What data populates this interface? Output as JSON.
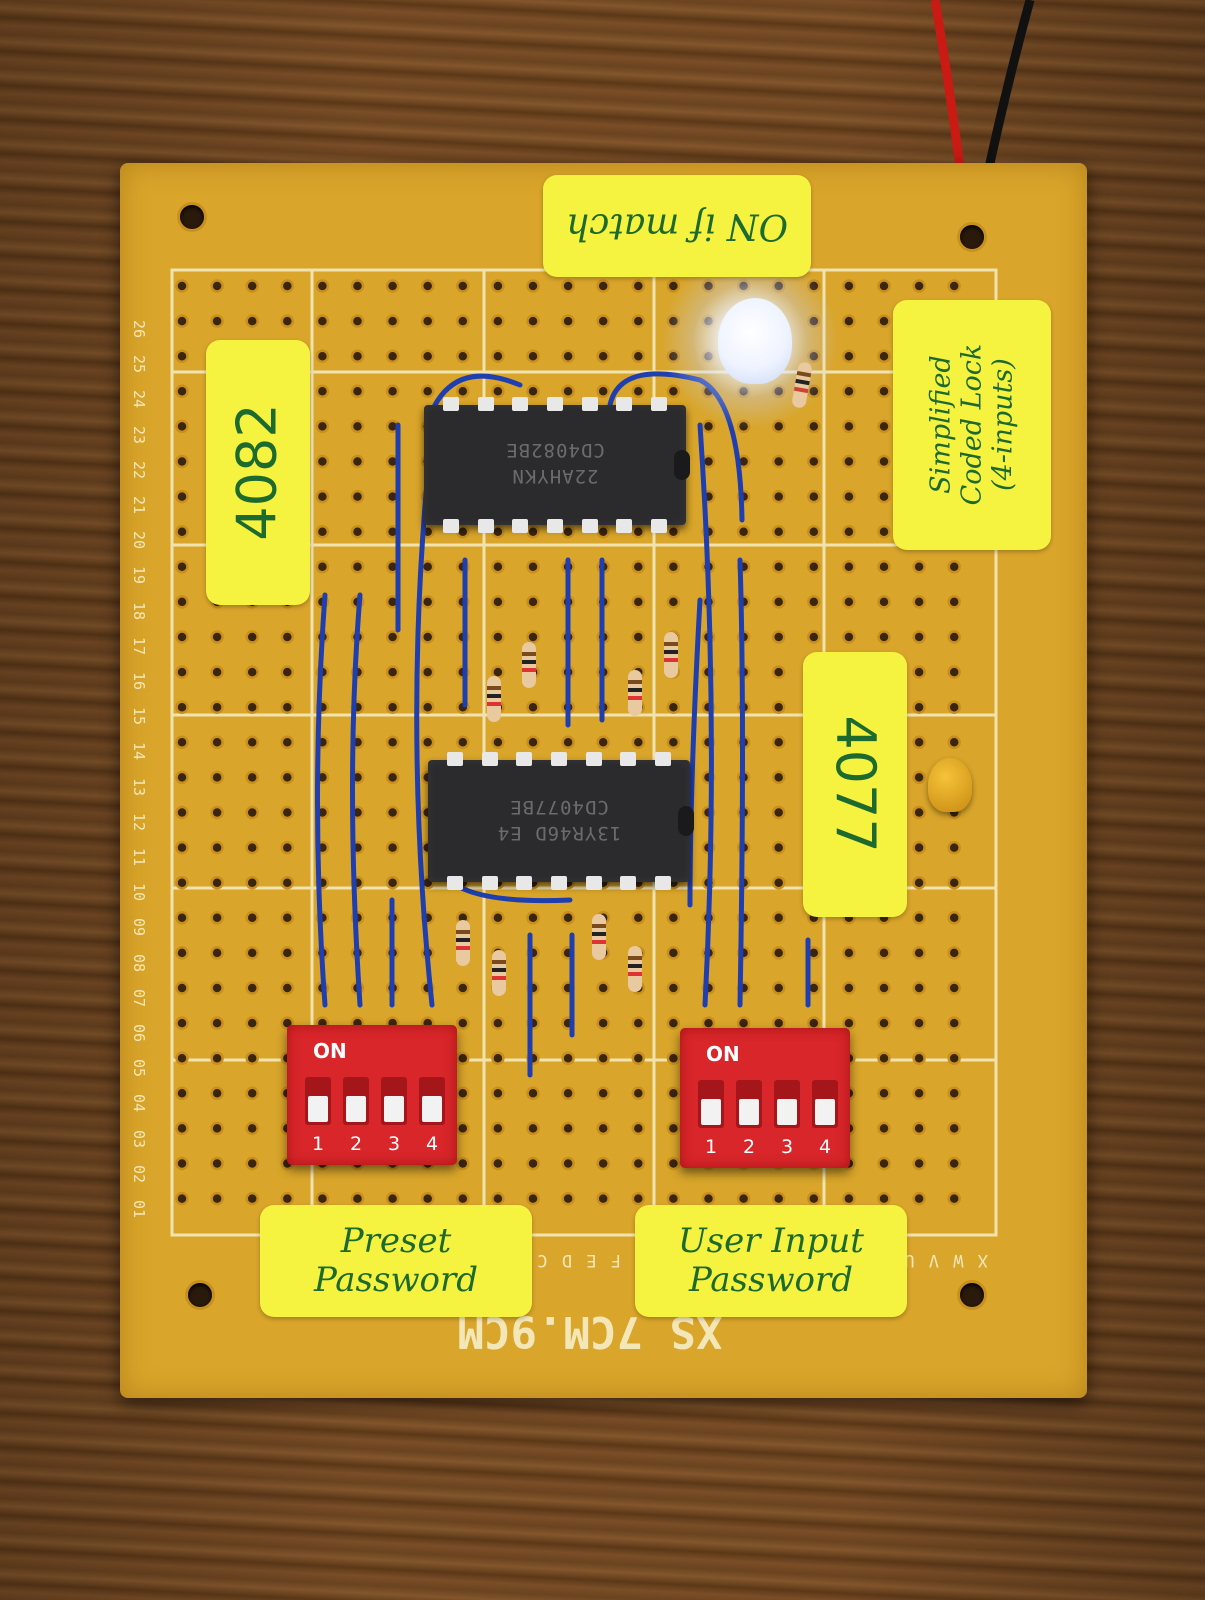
{
  "notes": {
    "led_note": "ON if match",
    "chip_a_note": "4082",
    "chip_b_note": "4077",
    "title_note": "Simplified\nCoded Lock\n(4-inputs)",
    "preset_note": "Preset\nPassword",
    "user_note": "User Input\nPassword"
  },
  "chips": {
    "top_marking_1": "CD4082BE",
    "top_marking_2": "22AHYKN",
    "bottom_marking_1": "CD4077BE",
    "bottom_marking_2": "13YR46D E4"
  },
  "dip_switches": {
    "on_label": "ON",
    "positions": [
      "1",
      "2",
      "3",
      "4"
    ]
  },
  "board": {
    "silkscreen": "XS 7CM.9CM",
    "column_letters": "X W V U T S R P N M L K J H G F E D C B A",
    "row_numbers": [
      "01",
      "02",
      "03",
      "04",
      "05",
      "06",
      "07",
      "08",
      "09",
      "10",
      "11",
      "12",
      "13",
      "14",
      "15",
      "16",
      "17",
      "18",
      "19",
      "20",
      "21",
      "22",
      "23",
      "24",
      "25",
      "26"
    ]
  },
  "colors": {
    "board": "#d9a52a",
    "note": "#f6f240",
    "ink": "#1d6a2e",
    "wire": "#1f3fb0",
    "dip": "#d8262a"
  }
}
